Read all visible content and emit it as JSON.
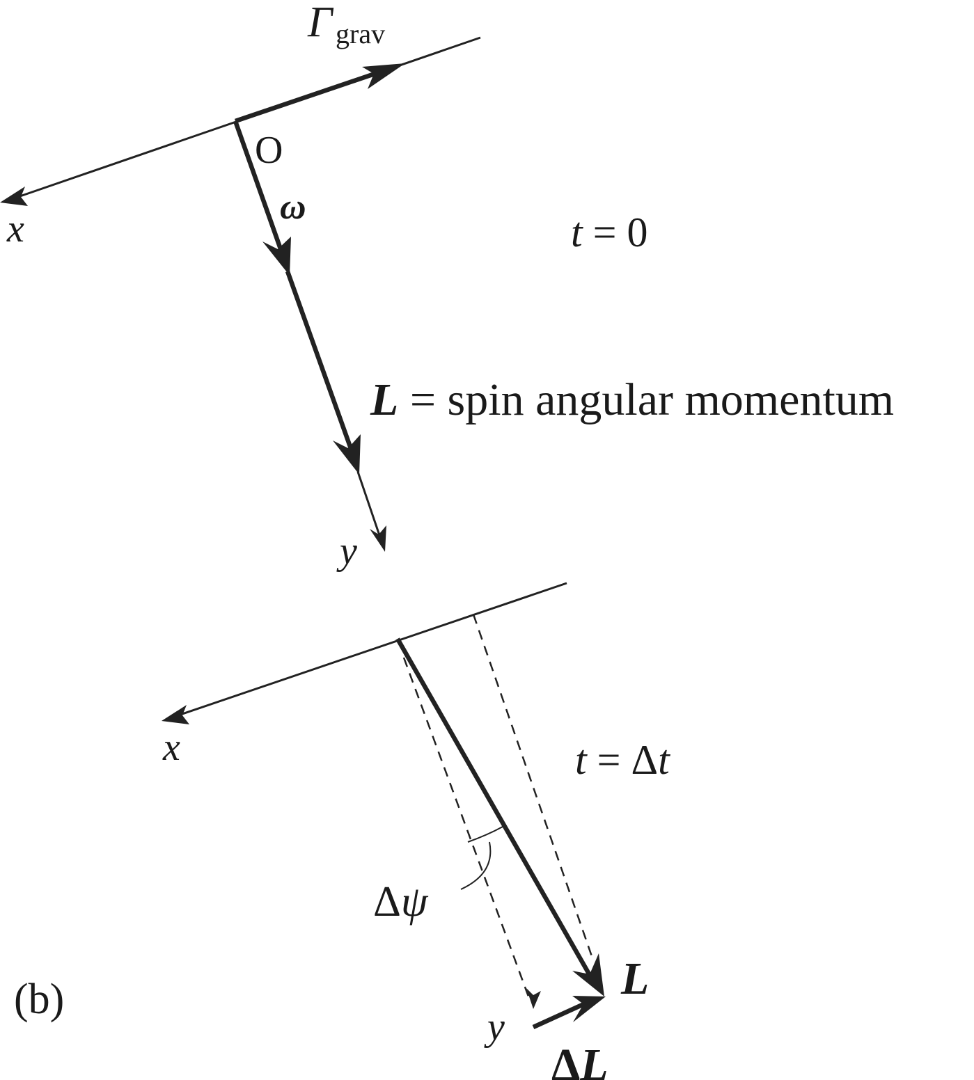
{
  "panel_a": {
    "torque_symbol": "Γ",
    "torque_subscript": "grav",
    "origin_label": "O",
    "omega_label": "ω",
    "x_axis_label": "x",
    "y_axis_label": "y",
    "time_label_t": "t",
    "time_label_rest": " = 0",
    "L_symbol": "L",
    "L_description": " = spin angular momentum"
  },
  "panel_b": {
    "x_axis_label": "x",
    "y_axis_label": "y",
    "time_label_t1": "t",
    "time_label_mid": " = Δ",
    "time_label_t2": "t",
    "delta_psi_delta": "Δ",
    "delta_psi_psi": "ψ",
    "L_label": "L",
    "delta_L_delta": "Δ",
    "delta_L_L": "L",
    "panel_tag": "(b)"
  },
  "colors": {
    "stroke": "#222222",
    "text": "#1a1a1a",
    "background": "#ffffff"
  }
}
